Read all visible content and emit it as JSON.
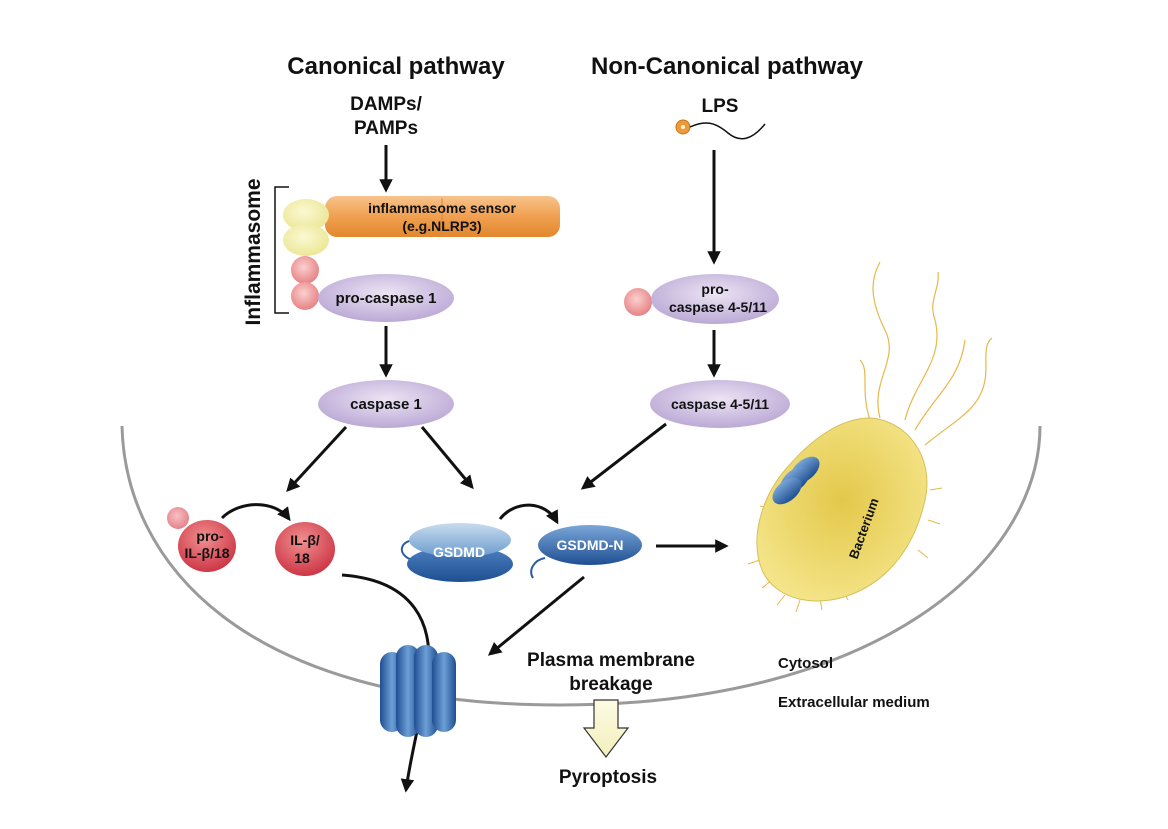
{
  "headers": {
    "canonical": "Canonical pathway",
    "non_canonical": "Non-Canonical pathway"
  },
  "inputs": {
    "damps_line1": "DAMPs/",
    "damps_line2": "PAMPs",
    "lps": "LPS"
  },
  "inflammasome": {
    "bracket_label": "Inflammasome",
    "sensor_line1": "inflammasome sensor",
    "sensor_line2": "(e.g.NLRP3)",
    "pro_caspase1": "pro-caspase 1"
  },
  "caspases": {
    "caspase1": "caspase 1",
    "pro_caspase45_line1": "pro-",
    "pro_caspase45_line2": "caspase 4-5/11",
    "caspase45": "caspase 4-5/11"
  },
  "cytokines": {
    "pro_il_line1": "pro-",
    "pro_il_line2": "IL-β/18",
    "il_line1": "IL-β/",
    "il_line2": "18"
  },
  "gasdermin": {
    "gsdmd": "GSDMD",
    "gsdmd_n": "GSDMD-N"
  },
  "bacterium": "Bacterium",
  "compartments": {
    "cytosol": "Cytosol",
    "extracellular": "Extracellular medium"
  },
  "outcome": {
    "membrane_line1": "Plasma membrane",
    "membrane_line2": "breakage",
    "pyroptosis": "Pyroptosis"
  },
  "colors": {
    "membrane": "#9a9a9a",
    "sensor": "#f0a65a",
    "yellow_domain": "#f3f0a8",
    "pink_domain": "#ef8f90",
    "caspase": "#c5b3dc",
    "il_red": "#d23a4a",
    "gsdmd_blue": "#3f72b5",
    "bacterium": "#efdb72"
  }
}
